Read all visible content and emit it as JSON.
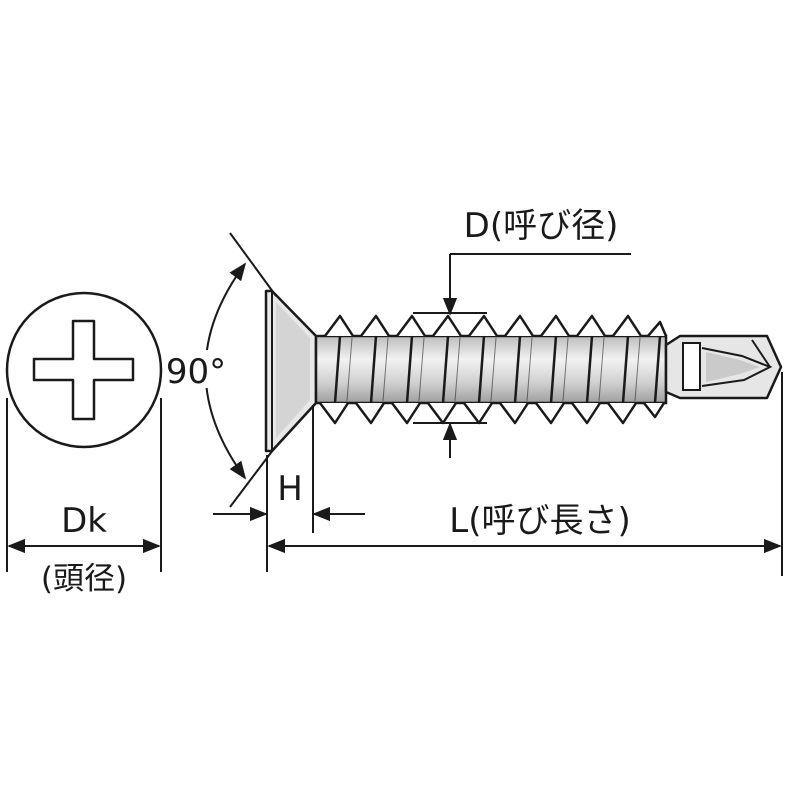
{
  "labels": {
    "angle": "90°",
    "diameter": "D(呼び径)",
    "head_height": "H",
    "head_diameter": "Dk",
    "head_diameter_note": "(頭径)",
    "length": "L(呼び長さ)"
  },
  "colors": {
    "line": "#1a1a1a",
    "background": "#ffffff",
    "shade_light": "#d9d9d9",
    "shade_mid": "#b5b5b5"
  },
  "icons": {
    "head_top_view": "phillips-cross-recess-icon",
    "side_view": "countersunk-drill-screw-icon"
  }
}
